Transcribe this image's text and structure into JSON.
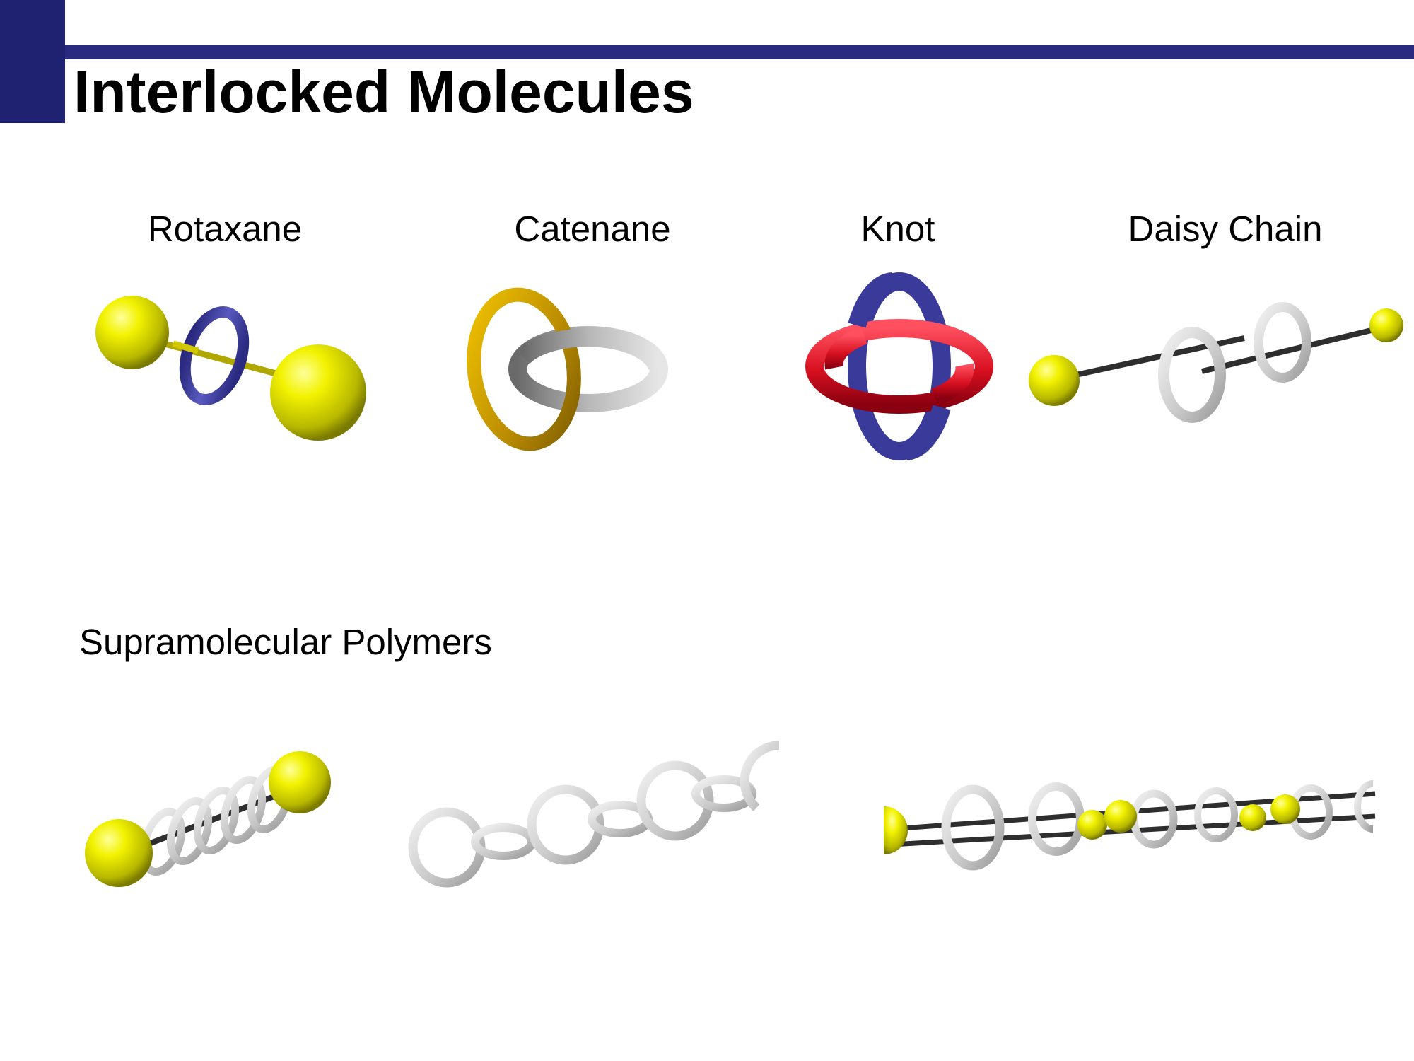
{
  "slide": {
    "title": "Interlocked Molecules",
    "accent_color": "#1f2271",
    "structures": [
      {
        "label": "Rotaxane"
      },
      {
        "label": "Catenane"
      },
      {
        "label": "Knot"
      },
      {
        "label": "Daisy Chain"
      }
    ],
    "polymers_section": {
      "label": "Supramolecular Polymers"
    }
  },
  "colors": {
    "stopper_yellow": "#e6e600",
    "ring_blue": "#3a3a9a",
    "ring_gold": "#c8a000",
    "ring_gray": "#8c8c8c",
    "ring_light_gray": "#cfcfcf",
    "knot_red": "#d81020",
    "axle_dark": "#2e2e2e"
  }
}
